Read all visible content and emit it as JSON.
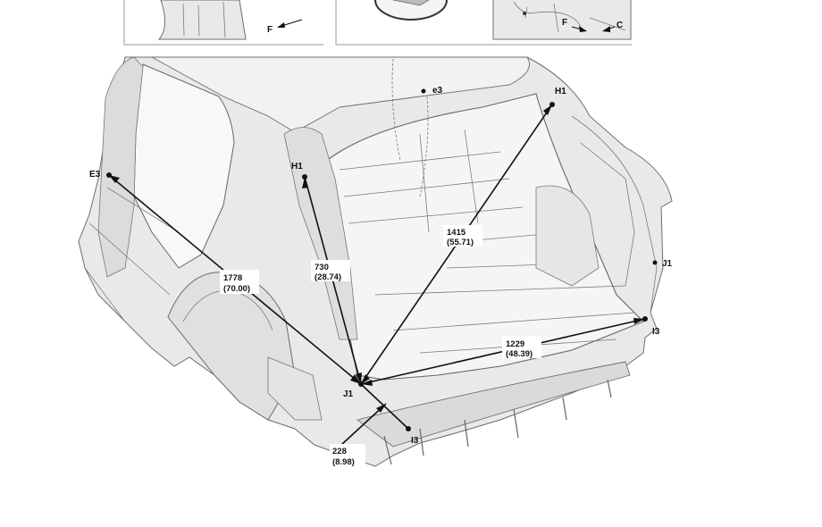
{
  "top_panels": {
    "left_arrow_label": "F",
    "right_arrow_labels": [
      "F",
      "C"
    ]
  },
  "points": {
    "e3_top": "e3",
    "h1_top_right": "H1",
    "h1_inner": "H1",
    "e3_left": "E3",
    "j1_right": "J1",
    "i3_right": "I3",
    "j1_bottom": "J1",
    "i3_bottom": "I3"
  },
  "dimensions": {
    "d1415": [
      "1415",
      "(55.71)"
    ],
    "d730": [
      "730",
      "(28.74)"
    ],
    "d1778": [
      "1778",
      "(70.00)"
    ],
    "d1229": [
      "1229",
      "(48.39)"
    ],
    "d228": [
      "228",
      "(8.98)"
    ]
  }
}
